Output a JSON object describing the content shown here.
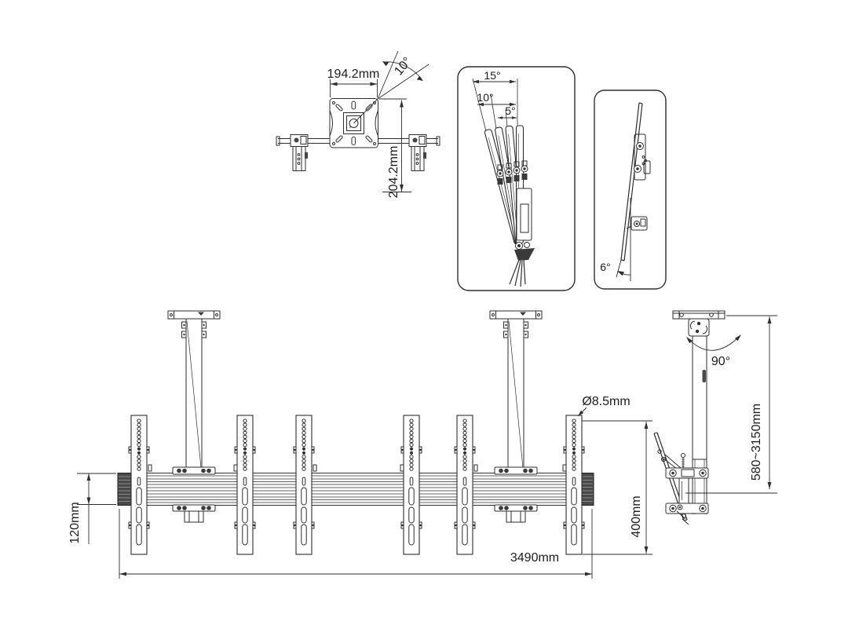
{
  "views": {
    "vesa_plate_top": {
      "width": "194.2mm",
      "height": "204.2mm",
      "rotation": "10°"
    },
    "tilt_positions": {
      "angles": [
        "15°",
        "10°",
        "5°"
      ]
    },
    "screen_tilt": {
      "angle": "6°"
    },
    "front": {
      "rail_height": "120mm",
      "rail_length": "3490mm",
      "hole_diameter": "Ø8.5mm"
    },
    "side": {
      "swivel": "90°",
      "height_range": "580~3150mm",
      "bracket_height": "400mm"
    }
  },
  "colors": {
    "line": "#2e2e2e",
    "dark_fill": "#3a3a3a",
    "background": "#ffffff"
  }
}
